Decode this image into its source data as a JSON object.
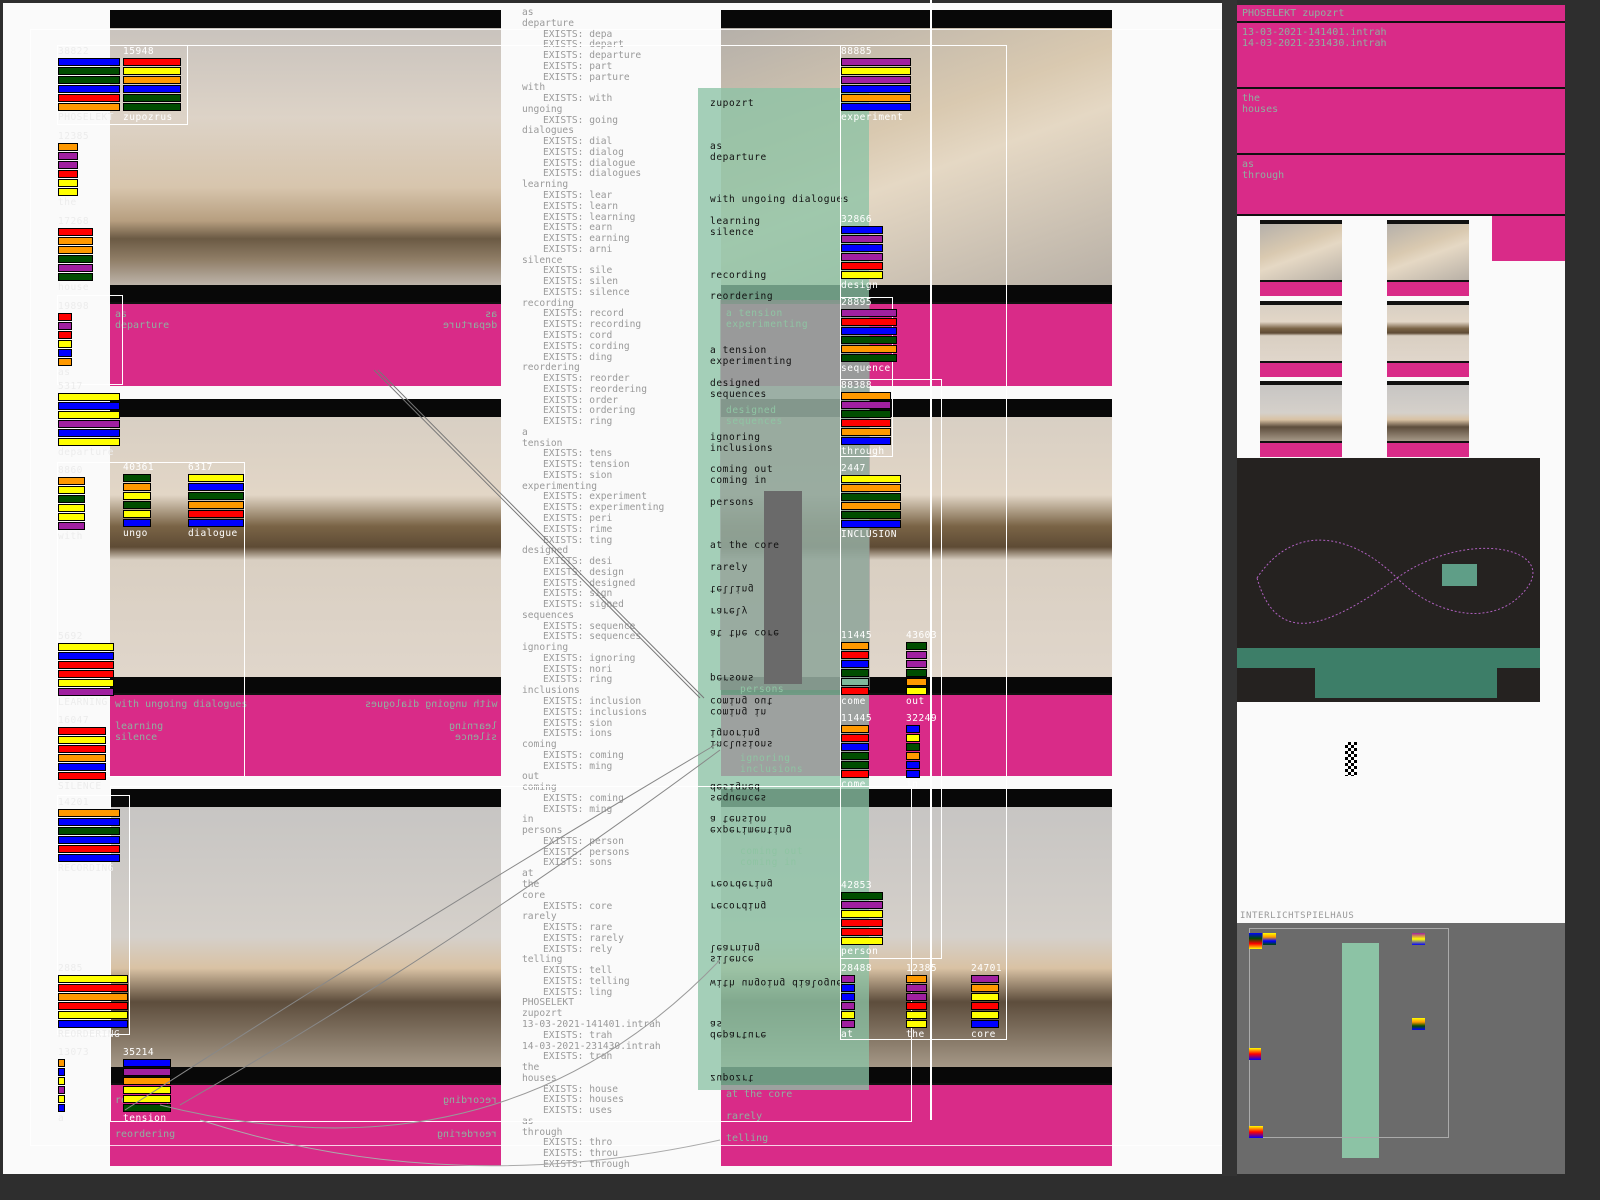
{
  "palette": {
    "B": "#0000ff",
    "G": "#004d00",
    "O": "#ff9900",
    "R": "#ff0000",
    "Y": "#ffff00",
    "P": "#a020a0",
    "M": "#7fb89a",
    "accent_pink": "#d92b88",
    "panel_green": "#8cc3a5"
  },
  "middle_list": [
    {
      "t": "as"
    },
    {
      "t": "departure"
    },
    {
      "t": "EXISTS: depa",
      "i": 1
    },
    {
      "t": "EXISTS: depart",
      "i": 1
    },
    {
      "t": "EXISTS: departure",
      "i": 1
    },
    {
      "t": "EXISTS: part",
      "i": 1
    },
    {
      "t": "EXISTS: parture",
      "i": 1
    },
    {
      "t": "with"
    },
    {
      "t": "EXISTS: with",
      "i": 1
    },
    {
      "t": "ungoing"
    },
    {
      "t": "EXISTS: going",
      "i": 1
    },
    {
      "t": "dialogues"
    },
    {
      "t": "EXISTS: dial",
      "i": 1
    },
    {
      "t": "EXISTS: dialog",
      "i": 1
    },
    {
      "t": "EXISTS: dialogue",
      "i": 1
    },
    {
      "t": "EXISTS: dialogues",
      "i": 1
    },
    {
      "t": "learning"
    },
    {
      "t": "EXISTS: lear",
      "i": 1
    },
    {
      "t": "EXISTS: learn",
      "i": 1
    },
    {
      "t": "EXISTS: learning",
      "i": 1
    },
    {
      "t": "EXISTS: earn",
      "i": 1
    },
    {
      "t": "EXISTS: earning",
      "i": 1
    },
    {
      "t": "EXISTS: arni",
      "i": 1
    },
    {
      "t": "silence"
    },
    {
      "t": "EXISTS: sile",
      "i": 1
    },
    {
      "t": "EXISTS: silen",
      "i": 1
    },
    {
      "t": "EXISTS: silence",
      "i": 1
    },
    {
      "t": "recording"
    },
    {
      "t": "EXISTS: record",
      "i": 1
    },
    {
      "t": "EXISTS: recording",
      "i": 1
    },
    {
      "t": "EXISTS: cord",
      "i": 1
    },
    {
      "t": "EXISTS: cording",
      "i": 1
    },
    {
      "t": "EXISTS: ding",
      "i": 1
    },
    {
      "t": "reordering"
    },
    {
      "t": "EXISTS: reorder",
      "i": 1
    },
    {
      "t": "EXISTS: reordering",
      "i": 1
    },
    {
      "t": "EXISTS: order",
      "i": 1
    },
    {
      "t": "EXISTS: ordering",
      "i": 1
    },
    {
      "t": "EXISTS: ring",
      "i": 1
    },
    {
      "t": "a"
    },
    {
      "t": "tension"
    },
    {
      "t": "EXISTS: tens",
      "i": 1
    },
    {
      "t": "EXISTS: tension",
      "i": 1
    },
    {
      "t": "EXISTS: sion",
      "i": 1
    },
    {
      "t": "experimenting"
    },
    {
      "t": "EXISTS: experiment",
      "i": 1
    },
    {
      "t": "EXISTS: experimenting",
      "i": 1
    },
    {
      "t": "EXISTS: peri",
      "i": 1
    },
    {
      "t": "EXISTS: rime",
      "i": 1
    },
    {
      "t": "EXISTS: ting",
      "i": 1
    },
    {
      "t": "designed"
    },
    {
      "t": "EXISTS: desi",
      "i": 1
    },
    {
      "t": "EXISTS: design",
      "i": 1
    },
    {
      "t": "EXISTS: designed",
      "i": 1
    },
    {
      "t": "EXISTS: sign",
      "i": 1
    },
    {
      "t": "EXISTS: signed",
      "i": 1
    },
    {
      "t": "sequences"
    },
    {
      "t": "EXISTS: sequence",
      "i": 1
    },
    {
      "t": "EXISTS: sequences",
      "i": 1
    },
    {
      "t": "ignoring"
    },
    {
      "t": "EXISTS: ignoring",
      "i": 1
    },
    {
      "t": "EXISTS: nori",
      "i": 1
    },
    {
      "t": "EXISTS: ring",
      "i": 1
    },
    {
      "t": "inclusions"
    },
    {
      "t": "EXISTS: inclusion",
      "i": 1
    },
    {
      "t": "EXISTS: inclusions",
      "i": 1
    },
    {
      "t": "EXISTS: sion",
      "i": 1
    },
    {
      "t": "EXISTS: ions",
      "i": 1
    },
    {
      "t": "coming"
    },
    {
      "t": "EXISTS: coming",
      "i": 1
    },
    {
      "t": "EXISTS: ming",
      "i": 1
    },
    {
      "t": "out"
    },
    {
      "t": "coming"
    },
    {
      "t": "EXISTS: coming",
      "i": 1
    },
    {
      "t": "EXISTS: ming",
      "i": 1
    },
    {
      "t": "in"
    },
    {
      "t": "persons"
    },
    {
      "t": "EXISTS: person",
      "i": 1
    },
    {
      "t": "EXISTS: persons",
      "i": 1
    },
    {
      "t": "EXISTS: sons",
      "i": 1
    },
    {
      "t": "at"
    },
    {
      "t": "the"
    },
    {
      "t": "core"
    },
    {
      "t": "EXISTS: core",
      "i": 1
    },
    {
      "t": "rarely"
    },
    {
      "t": "EXISTS: rare",
      "i": 1
    },
    {
      "t": "EXISTS: rarely",
      "i": 1
    },
    {
      "t": "EXISTS: rely",
      "i": 1
    },
    {
      "t": "telling"
    },
    {
      "t": "EXISTS: tell",
      "i": 1
    },
    {
      "t": "EXISTS: telling",
      "i": 1
    },
    {
      "t": "EXISTS: ling",
      "i": 1
    },
    {
      "t": "PHOSELEKT"
    },
    {
      "t": "zupozrt"
    },
    {
      "t": "13-03-2021-141401.intrah"
    },
    {
      "t": "EXISTS: trah",
      "i": 1
    },
    {
      "t": "14-03-2021-231430.intrah"
    },
    {
      "t": "EXISTS: trah",
      "i": 1
    },
    {
      "t": "the"
    },
    {
      "t": "houses"
    },
    {
      "t": "EXISTS: house",
      "i": 1
    },
    {
      "t": "EXISTS: houses",
      "i": 1
    },
    {
      "t": "EXISTS: uses",
      "i": 1
    },
    {
      "t": "as"
    },
    {
      "t": "through"
    },
    {
      "t": "EXISTS: thro",
      "i": 1
    },
    {
      "t": "EXISTS: throu",
      "i": 1
    },
    {
      "t": "EXISTS: through",
      "i": 1
    }
  ],
  "green_panel": {
    "l0": "zupozrt",
    "l1": "as\ndeparture",
    "l2": "with ungoing dialogues",
    "l3": "learning\nsilence",
    "l4": "recording",
    "l5": "reordering",
    "l6": "a tension\nexperimenting",
    "l7": "designed\nsequences",
    "l8": "ignoring\ninclusions",
    "l9": "coming out\ncoming in",
    "l10": "persons",
    "l11": "at the core",
    "l12": "rarely",
    "f0": "telling",
    "f1": "rarely",
    "f2": "at the core",
    "f3": "persons",
    "f4": "coming in\ncoming out",
    "f5": "inclusions\nignoring",
    "f6": "sequences\ndesigned",
    "f7": "experimenting\na tension",
    "f8": "reordering",
    "f9": "recording",
    "f10": "silence\nlearning",
    "f11": "with ungoing dialogue",
    "f12": "departure\nas",
    "f13": "zupozrt",
    "ghost0": "a tension\nexperimenting",
    "ghost1": "designed\nsequences",
    "ghost2": "ignoring\ninclusions",
    "ghost3": "coming out\ncoming in",
    "ghost4": "persons"
  },
  "pink_panels": {
    "left1": "as\ndeparture",
    "left2a": "with ungoing dialogues",
    "left2b": "learning\nsilence",
    "left3a": "recording",
    "left3b": "reordering",
    "right3a": "at the core",
    "right3b": "rarely",
    "right3c": "telling"
  },
  "groups": [
    {
      "num": "38822",
      "lab": "PHOSELEKT",
      "bars": [
        "B",
        "G",
        "G",
        "B",
        "R",
        "O"
      ],
      "faint": 1
    },
    {
      "num": "15948",
      "lab": "zupozrus",
      "bars": [
        "R",
        "Y",
        "O",
        "B",
        "G",
        "G"
      ]
    },
    {
      "num": "12385",
      "lab": "the",
      "bars": [
        "O",
        "P",
        "P",
        "R",
        "Y",
        "Y"
      ],
      "faint": 1
    },
    {
      "num": "17268",
      "lab": "house",
      "bars": [
        "R",
        "O",
        "O",
        "G",
        "P",
        "G"
      ],
      "faint": 1
    },
    {
      "num": "19898",
      "lab": "as",
      "bars": [
        "R",
        "P",
        "R",
        "Y",
        "B",
        "O"
      ],
      "faint": 1
    },
    {
      "num": "5317",
      "lab": "departure",
      "bars": [
        "Y",
        "B",
        "Y",
        "P",
        "B",
        "Y"
      ],
      "faint": 1
    },
    {
      "num": "8860",
      "lab": "with",
      "bars": [
        "O",
        "Y",
        "G",
        "Y",
        "Y",
        "P"
      ],
      "faint": 1
    },
    {
      "num": "40361",
      "lab": "ungo",
      "bars": [
        "G",
        "O",
        "Y",
        "G",
        "Y",
        "B"
      ]
    },
    {
      "num": "6317",
      "lab": "dialogue",
      "bars": [
        "Y",
        "B",
        "G",
        "O",
        "R",
        "B"
      ]
    },
    {
      "num": "5692",
      "lab": "LEARNING",
      "bars": [
        "Y",
        "B",
        "R",
        "R",
        "Y",
        "P"
      ],
      "faint": 1
    },
    {
      "num": "16047",
      "lab": "SILENCE",
      "bars": [
        "R",
        "Y",
        "R",
        "O",
        "B",
        "R"
      ],
      "faint": 1
    },
    {
      "num": "14201",
      "lab": "RECORDING",
      "bars": [
        "O",
        "B",
        "G",
        "B",
        "R",
        "B"
      ],
      "faint": 1
    },
    {
      "num": "2885",
      "lab": "REORDERING",
      "bars": [
        "Y",
        "R",
        "O",
        "R",
        "Y",
        "B"
      ],
      "faint": 1
    },
    {
      "num": "13073",
      "lab": "a",
      "bars": [
        "O",
        "B",
        "Y",
        "P",
        "Y",
        "B"
      ],
      "faint": 1
    },
    {
      "num": "35214",
      "lab": "tension",
      "bars": [
        "B",
        "P",
        "O",
        "Y",
        "Y",
        "G"
      ]
    },
    {
      "num": "88885",
      "lab": "experiment",
      "bars": [
        "P",
        "Y",
        "P",
        "B",
        "O",
        "B"
      ]
    },
    {
      "num": "32866",
      "lab": "design",
      "bars": [
        "B",
        "P",
        "B",
        "P",
        "R",
        "Y"
      ]
    },
    {
      "num": "28895",
      "lab": "sequence",
      "bars": [
        "P",
        "R",
        "B",
        "G",
        "O",
        "G"
      ]
    },
    {
      "num": "88388",
      "lab": "through",
      "bars": [
        "O",
        "P",
        "G",
        "R",
        "O",
        "B"
      ]
    },
    {
      "num": "2447",
      "lab": "INCLUSION",
      "bars": [
        "Y",
        "O",
        "G",
        "O",
        "G",
        "B"
      ]
    },
    {
      "num": "11445",
      "lab": "come",
      "bars": [
        "O",
        "R",
        "B",
        "G",
        "M",
        "R"
      ]
    },
    {
      "num": "43603",
      "lab": "out",
      "bars": [
        "G",
        "P",
        "P",
        "G",
        "O",
        "Y"
      ]
    },
    {
      "num": "11445",
      "lab": "come",
      "bars": [
        "O",
        "R",
        "B",
        "G",
        "G",
        "R"
      ]
    },
    {
      "num": "32249",
      "lab": "in",
      "bars": [
        "B",
        "Y",
        "G",
        "O",
        "B",
        "B"
      ]
    },
    {
      "num": "42853",
      "lab": "person",
      "bars": [
        "G",
        "P",
        "Y",
        "R",
        "R",
        "Y"
      ]
    },
    {
      "num": "28488",
      "lab": "at",
      "bars": [
        "P",
        "B",
        "B",
        "P",
        "Y",
        "P"
      ]
    },
    {
      "num": "12385",
      "lab": "the",
      "bars": [
        "O",
        "P",
        "P",
        "R",
        "Y",
        "Y"
      ]
    },
    {
      "num": "24701",
      "lab": "core",
      "bars": [
        "P",
        "O",
        "Y",
        "R",
        "Y",
        "B"
      ]
    }
  ],
  "sidebar": {
    "title": "PHOSELEKT zupozrt",
    "files": "13-03-2021-141401.intrah\n14-03-2021-231430.intrah",
    "row2": "the\nhouses",
    "row3": "as\nthrough",
    "mini_title": "INTERLICHTSPIELHAUS"
  }
}
